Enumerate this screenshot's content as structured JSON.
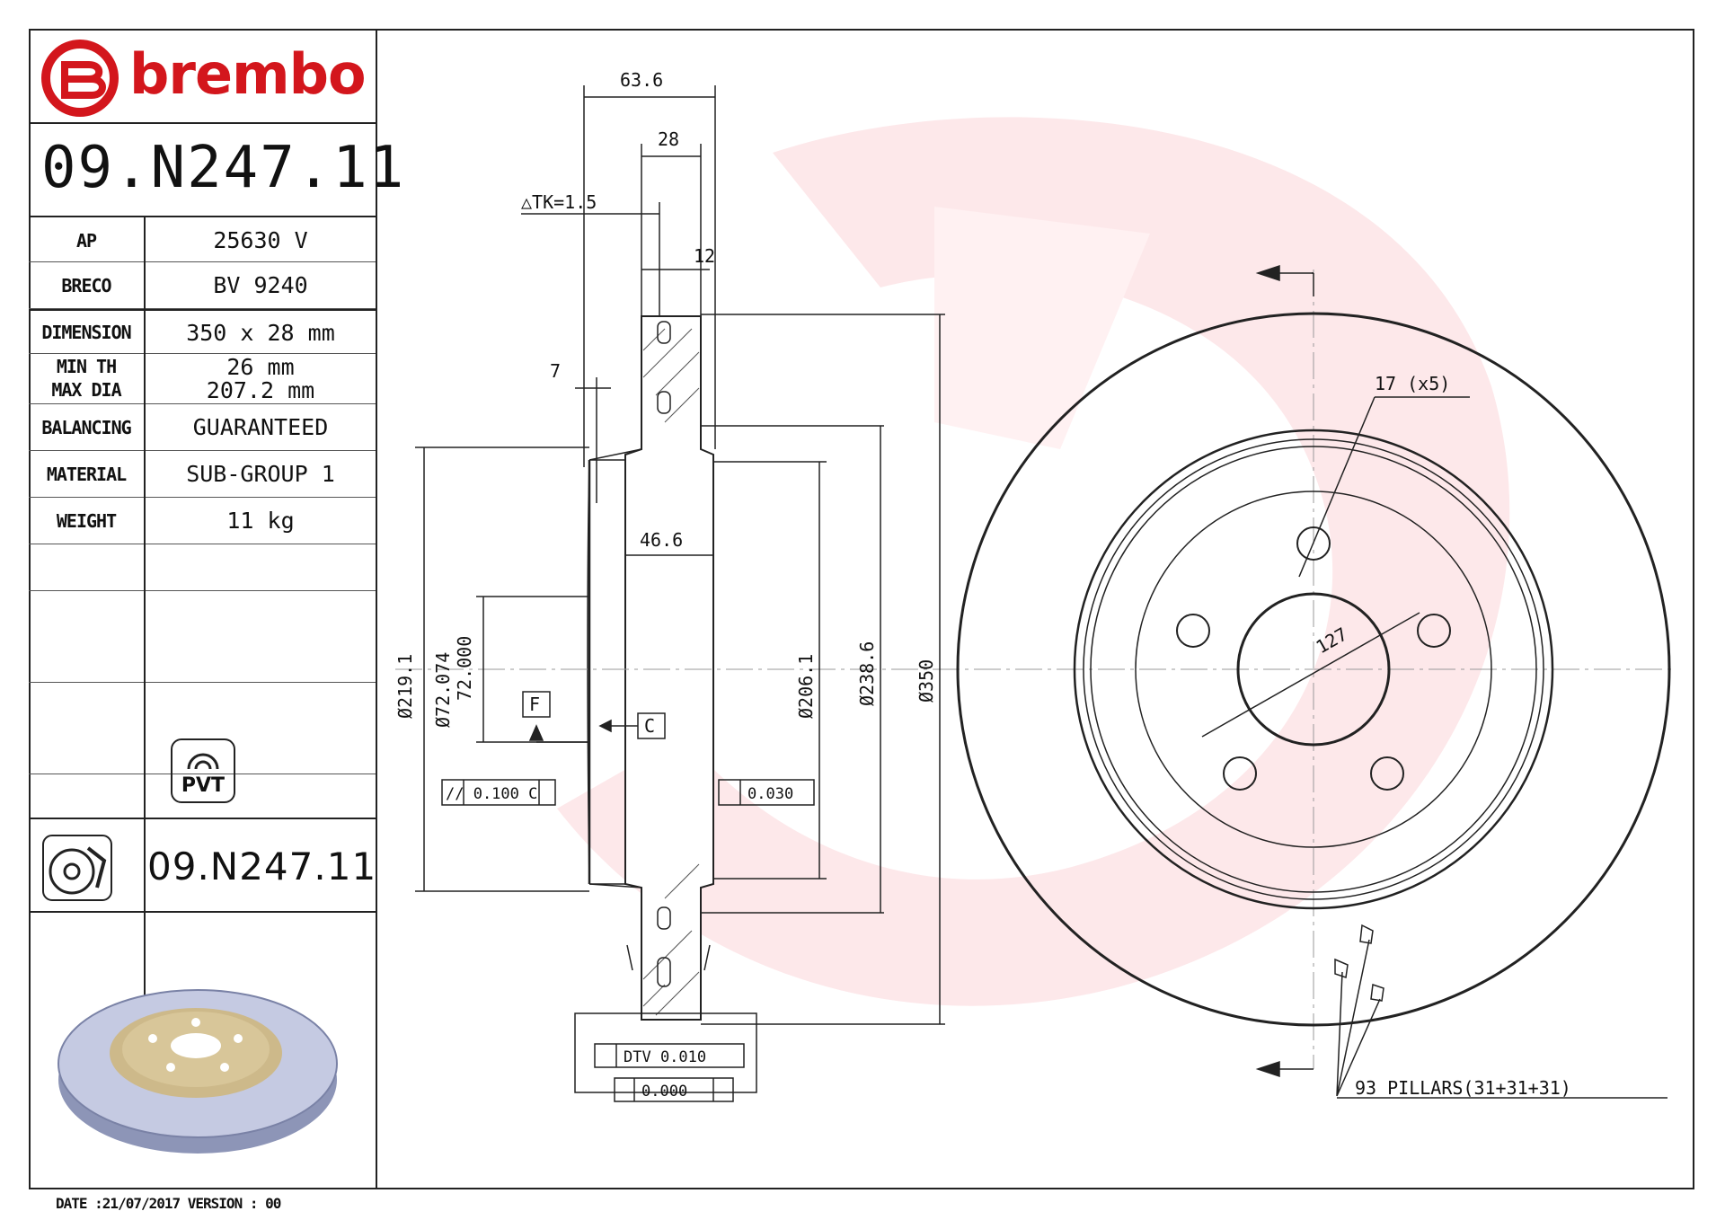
{
  "brand": {
    "name": "brembo",
    "color": "#d3161c"
  },
  "part_number": "09.N247.11",
  "specs": [
    {
      "label": "AP",
      "value": "25630 V"
    },
    {
      "label": "BRECO",
      "value": "BV 9240"
    },
    {
      "label": "DIMENSION",
      "value": "350 x 28 mm"
    },
    {
      "label": "MIN TH",
      "value": "26 mm"
    },
    {
      "label": "MAX DIA",
      "value": "207.2 mm"
    },
    {
      "label": "BALANCING",
      "value": "GUARANTEED"
    },
    {
      "label": "MATERIAL",
      "value": "SUB-GROUP 1"
    },
    {
      "label": "WEIGHT",
      "value": "11 kg"
    }
  ],
  "pvt_label": "PVT",
  "part_number_footer": "09.N247.11",
  "footer": {
    "date_label": "DATE :",
    "date": "21/07/2017",
    "version_label": "VERSION :",
    "version": "00"
  },
  "dimensions": {
    "overall_width": "63.6",
    "friction_width": "28",
    "tk": "△TK=1.5",
    "flange": "12",
    "hat_offset": "7",
    "inner_width": "46.6",
    "d_219": "Ø219.1",
    "d_72_top": "Ø72.074",
    "d_72_bot": "72.000",
    "d_206": "Ø206.1",
    "d_238": "Ø238.6",
    "d_350": "Ø350",
    "bolt_hole": "17 (x5)",
    "pcd": "127",
    "datum_f": "F",
    "datum_c": "C",
    "parallel_tol": "// 0.100 C",
    "flat_tol": "0.030",
    "dtv": "DTV 0.010",
    "runout": "0.000",
    "pillars": "93 PILLARS(31+31+31)"
  }
}
